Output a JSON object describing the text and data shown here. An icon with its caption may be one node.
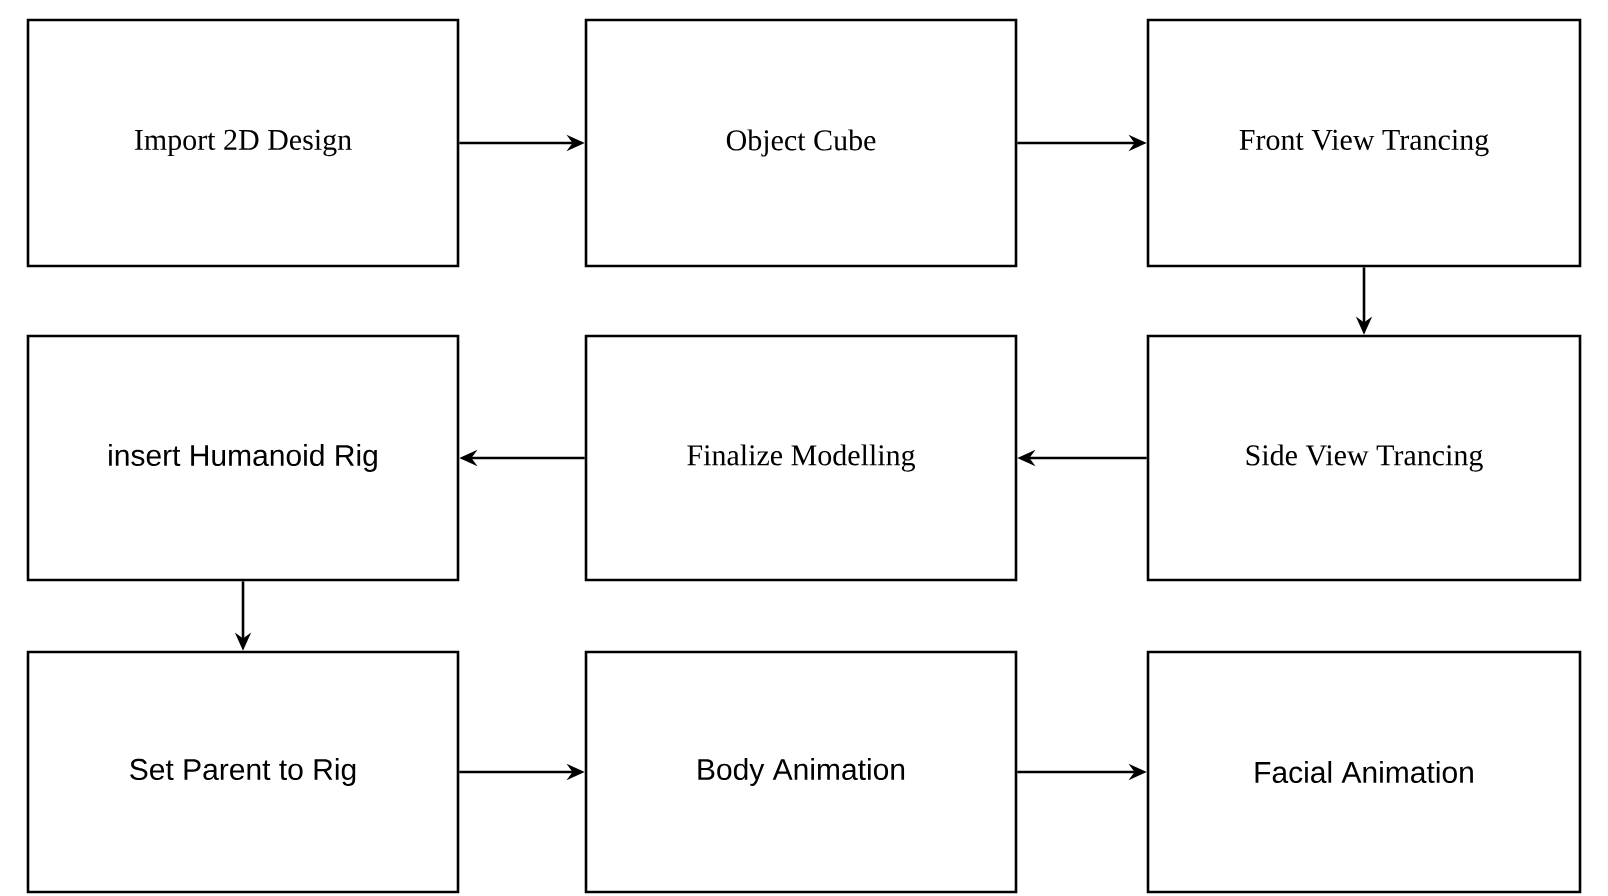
{
  "diagram": {
    "nodes": [
      {
        "text": [
          "Import 2D Design"
        ]
      },
      {
        "text": [
          "Object Cube"
        ]
      },
      {
        "text": [
          "Front View Trancing"
        ]
      },
      {
        "text": [
          "insert Humanoid Rig"
        ]
      },
      {
        "text": [
          "Finalize Modelling"
        ]
      },
      {
        "text": [
          "Side View Trancing"
        ]
      },
      {
        "text": [
          "Set Parent to Rig"
        ]
      },
      {
        "text": [
          "Body Animation"
        ]
      },
      {
        "text": [
          "Facial Animation"
        ]
      }
    ],
    "edges": [
      {
        "from": 0,
        "to": 1,
        "arrow": "to"
      },
      {
        "from": 1,
        "to": 2,
        "arrow": "to"
      },
      {
        "from": 2,
        "to": 5,
        "arrow": "to"
      },
      {
        "from": 5,
        "to": 4,
        "arrow": "to"
      },
      {
        "from": 4,
        "to": 3,
        "arrow": "to"
      },
      {
        "from": 3,
        "to": 6,
        "arrow": "to"
      },
      {
        "from": 6,
        "to": 7,
        "arrow": "to"
      },
      {
        "from": 7,
        "to": 8,
        "arrow": "to"
      }
    ]
  }
}
